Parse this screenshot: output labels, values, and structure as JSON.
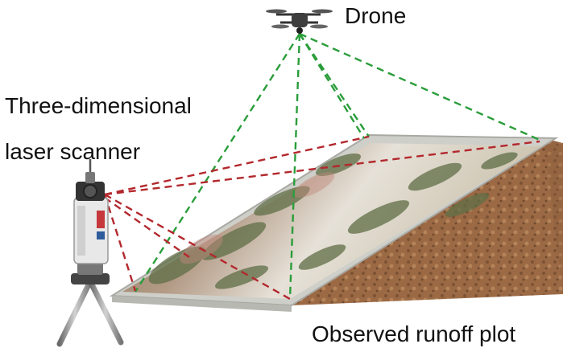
{
  "labels": {
    "drone": "Drone",
    "scanner_line1": "Three-dimensional",
    "scanner_line2": "laser scanner",
    "plot": "Observed runoff plot"
  },
  "colors": {
    "drone_rays": "#2a9d3a",
    "scanner_rays": "#b3282d",
    "soil": "#9b6a45",
    "plot_frame": "#c9c9c4",
    "vegetation": "#6f7a52",
    "bare_surface": "#e4ddd3"
  },
  "icons": {
    "drone": "drone-icon",
    "scanner": "laser-scanner-icon"
  }
}
